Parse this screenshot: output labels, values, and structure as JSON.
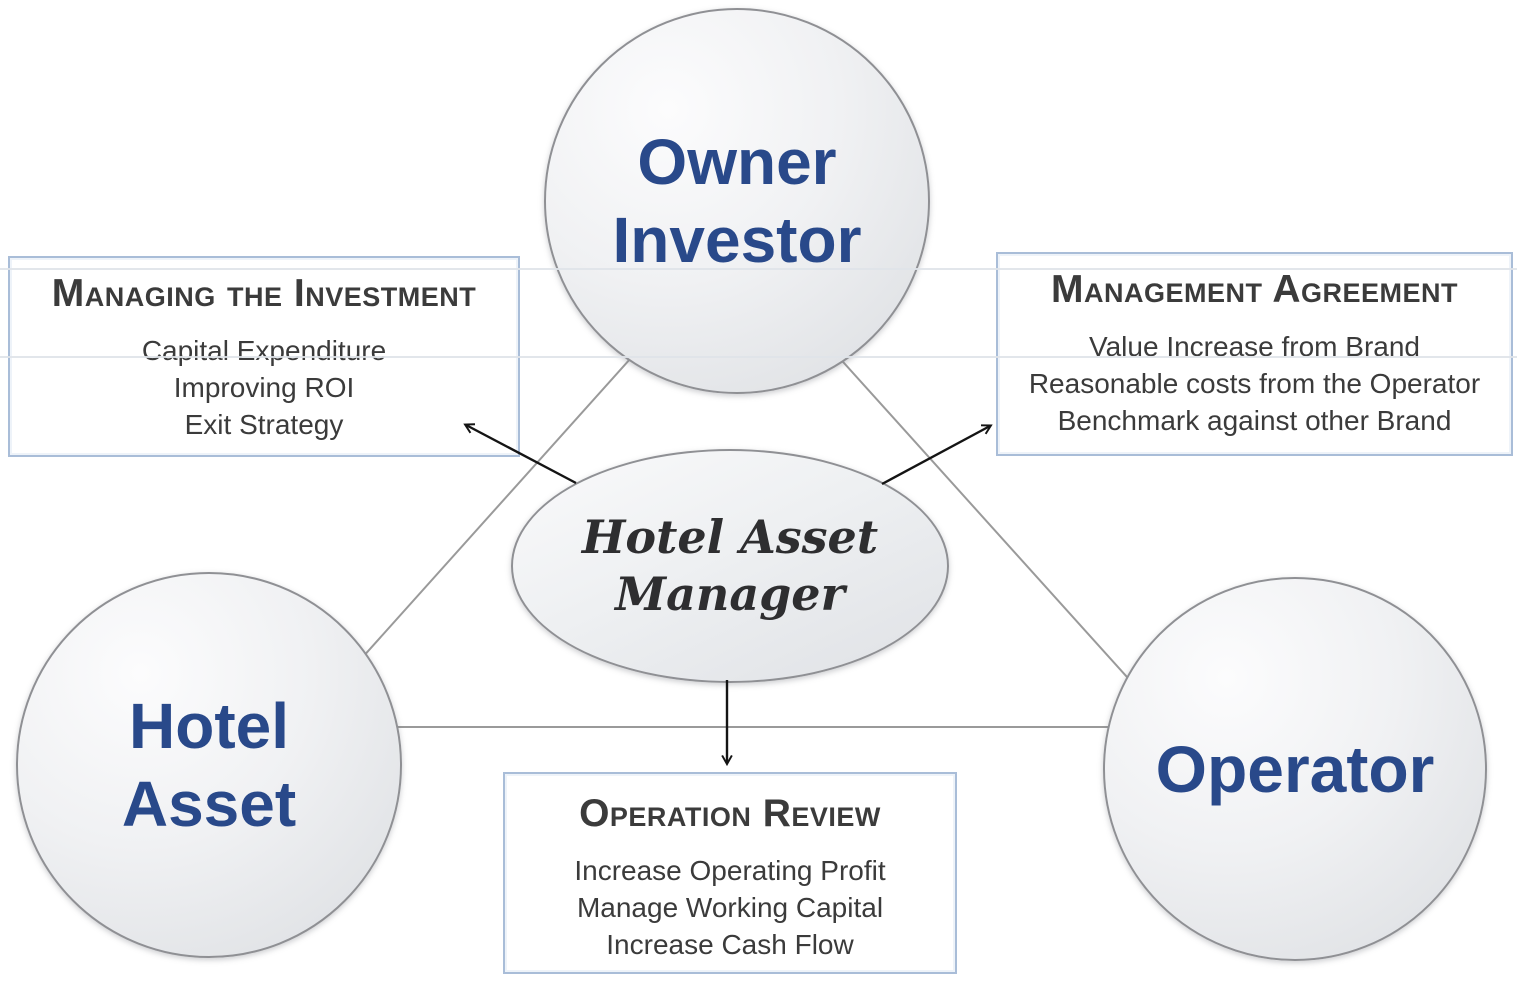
{
  "diagram": {
    "type": "relationship-triangle",
    "subject": "Hotel asset management stakeholders"
  },
  "nodes": {
    "owner_investor": {
      "lines": [
        "Owner",
        "Investor"
      ]
    },
    "hotel_asset": {
      "lines": [
        "Hotel",
        "Asset"
      ]
    },
    "operator": {
      "label": "Operator"
    },
    "hotel_asset_manager": {
      "lines": [
        "Hotel Asset",
        "Manager"
      ]
    }
  },
  "boxes": {
    "managing_the_investment": {
      "title": "Managing the Investment",
      "items": [
        "Capital Expenditure",
        "Improving ROI",
        "Exit Strategy"
      ]
    },
    "management_agreement": {
      "title": "Management Agreement",
      "items": [
        "Value Increase from Brand",
        "Reasonable costs from the Operator",
        "Benchmark against other Brand"
      ]
    },
    "operation_review": {
      "title": "Operation Review",
      "items": [
        "Increase Operating Profit",
        "Manage Working Capital",
        "Increase Cash Flow"
      ]
    }
  },
  "connections": {
    "triangle_edges": [
      "owner_investor–hotel_asset",
      "hotel_asset–operator",
      "operator–owner_investor"
    ],
    "arrows": [
      {
        "from": "hotel_asset_manager",
        "to": "managing_the_investment"
      },
      {
        "from": "hotel_asset_manager",
        "to": "management_agreement"
      },
      {
        "from": "hotel_asset_manager",
        "to": "operation_review"
      }
    ]
  },
  "colors": {
    "node_text_blue": "#29498a",
    "shape_border_gray": "#8f9094",
    "box_border_blue": "#a9bdd8",
    "body_text_dark": "#3b3b3b",
    "arrow_black": "#141414",
    "triangle_line_gray": "#9a9a9a",
    "background": "#ffffff"
  }
}
